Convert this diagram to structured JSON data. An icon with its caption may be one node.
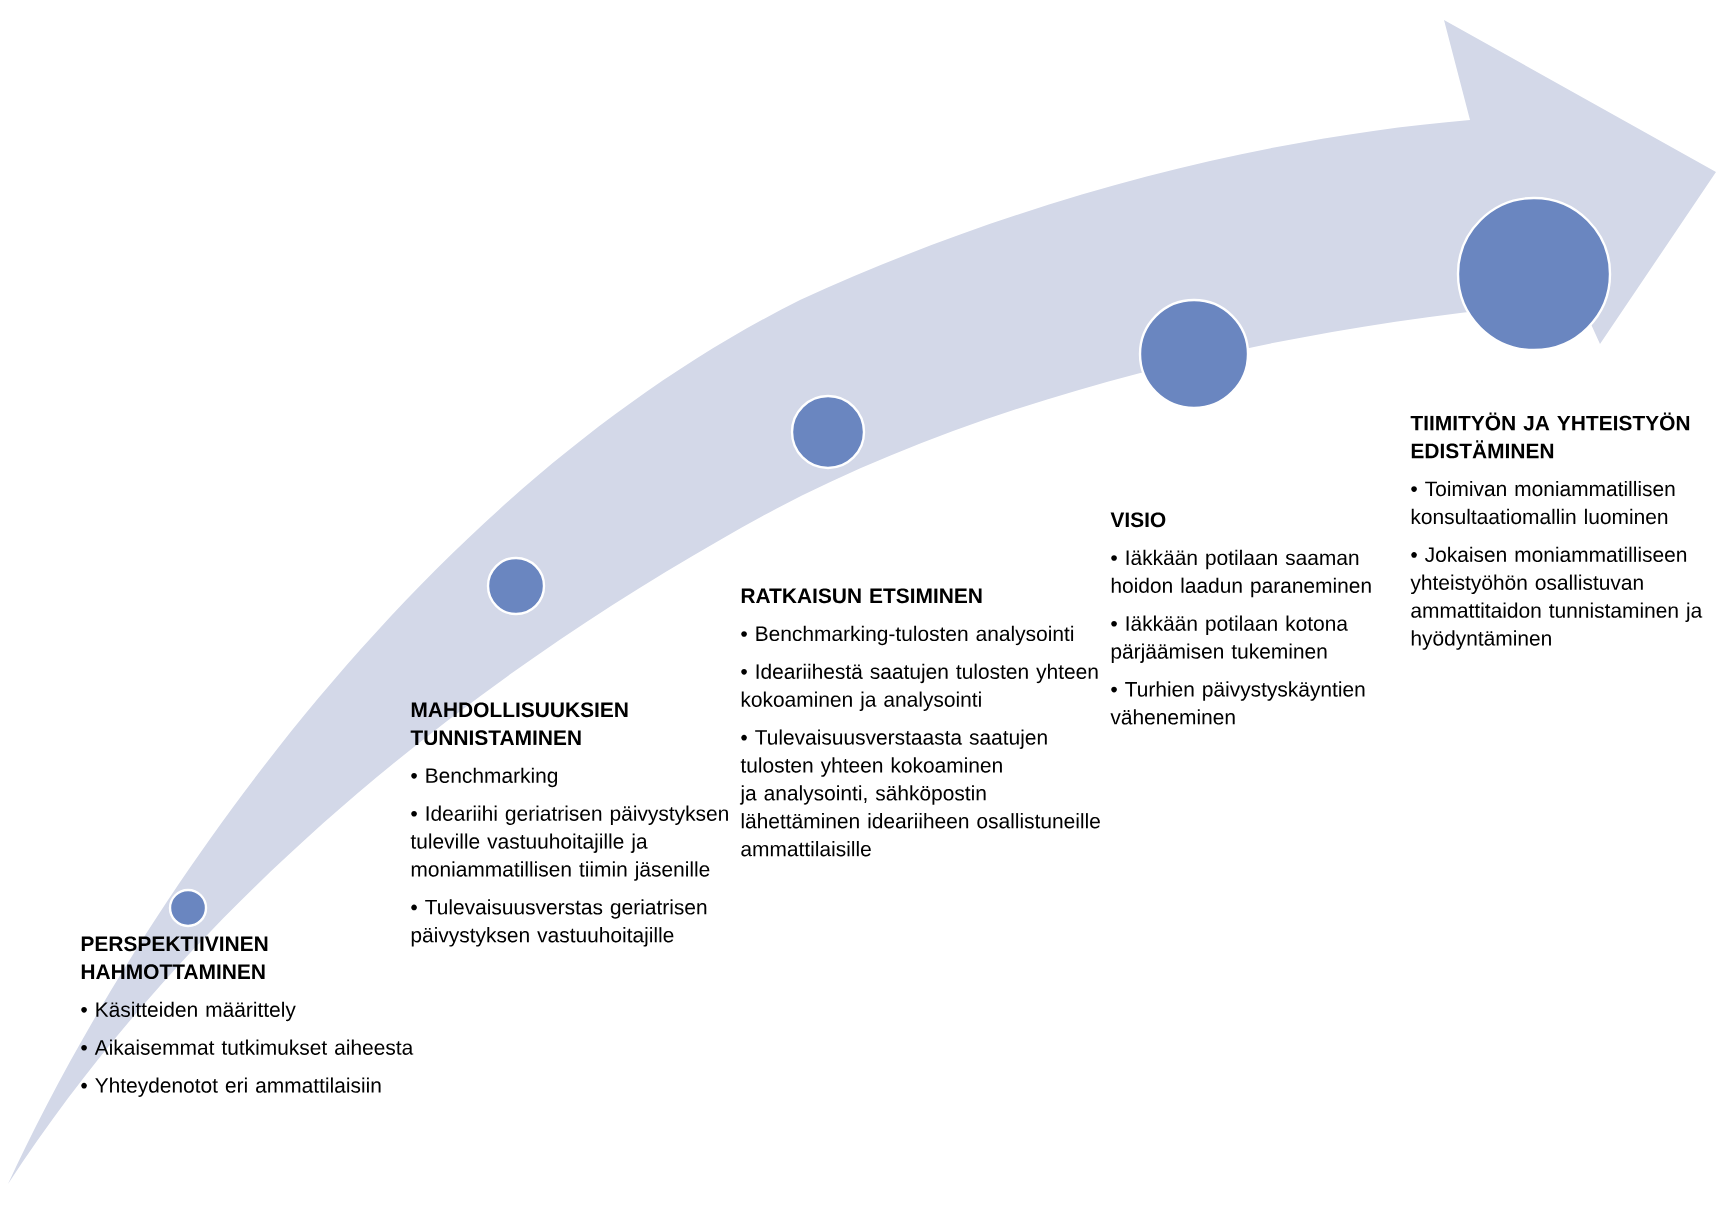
{
  "diagram": {
    "nodes": [
      {
        "text": [],
        "shape": "circle",
        "beside": [
          "PERSPEKTIIVINEN HAHMOTTAMINEN",
          "• Käsitteiden määrittely",
          "• Aikaisemmat tutkimukset aiheesta",
          "• Yhteydenotot eri ammattilaisiin"
        ]
      },
      {
        "text": [],
        "shape": "circle",
        "beside": [
          "MAHDOLLISUUKSIEN TUNNISTAMINEN",
          "• Benchmarking",
          "• Ideariihi geriatrisen päivystyksen tuleville vastuuhoitajille ja moniammatillisen tiimin jäsenille",
          "• Tulevaisuusverstas geriatrisen päivystyksen vastuuhoitajille"
        ]
      },
      {
        "text": [],
        "shape": "circle",
        "beside": [
          "RATKAISUN ETSIMINEN",
          "• Benchmarking-tulosten analysointi",
          "• Ideariihestä saatujen tulosten yhteen kokoaminen ja analysointi",
          "• Tulevaisuusverstaasta saatujen tulosten yhteen kokoaminen ja analysointi, sähköpostin lähettäminen ideariiheen osallistuneille ammattilaisille"
        ]
      },
      {
        "text": [],
        "shape": "circle",
        "beside": [
          "VISIO",
          "• Iäkkään potilaan saaman hoidon laadun paraneminen",
          "• Iäkkään potilaan kotona pärjäämisen tukeminen",
          "• Turhien päivystyskäyntien väheneminen"
        ]
      },
      {
        "text": [],
        "shape": "circle",
        "beside": [
          "TIIMITYÖN JA YHTEISTYÖN EDISTÄMINEN",
          "• Toimivan moniammatillisen konsultaatiomallin luominen",
          "• Jokaisen moniammatilliseen yhteistyöhön osallistuvan ammattitaidon tunnistaminen ja hyödyntäminen"
        ]
      }
    ],
    "edges": []
  }
}
